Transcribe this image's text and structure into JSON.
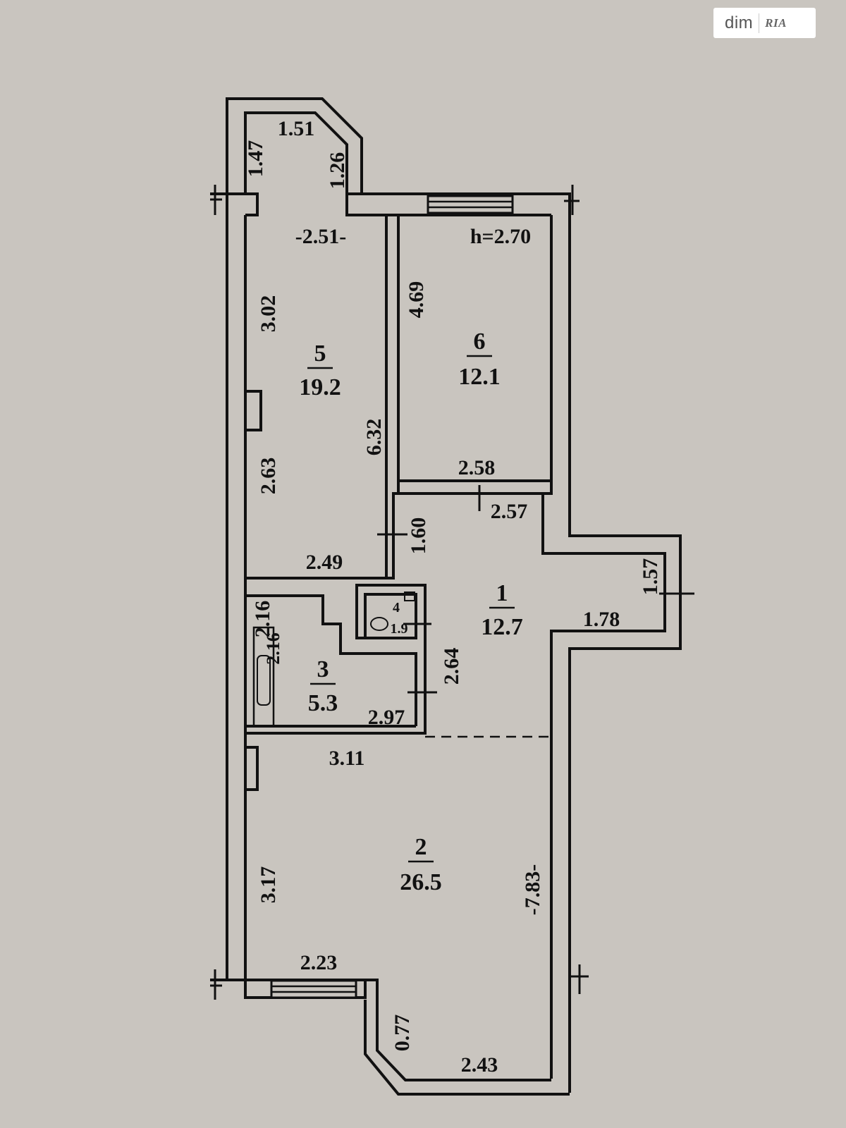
{
  "watermark": {
    "brand_left": "dim",
    "brand_right": "RIA"
  },
  "height_label": "h=2.70",
  "rooms": [
    {
      "number": "5",
      "area": "19.2"
    },
    {
      "number": "6",
      "area": "12.1"
    },
    {
      "number": "1",
      "area": "12.7"
    },
    {
      "number": "3",
      "area": "5.3"
    },
    {
      "number": "4",
      "area": "1.9"
    },
    {
      "number": "2",
      "area": "26.5"
    }
  ],
  "dimensions": {
    "balcony_width": "1.51",
    "balcony_left": "1.47",
    "balcony_right": "1.26",
    "room5_top": "-2.51-",
    "room5_left_upper": "3.02",
    "room5_left_lower": "2.63",
    "room5_right": "6.32",
    "room5_bottom": "2.49",
    "room6_left": "4.69",
    "room6_bottom": "2.58",
    "hall_top": "2.57",
    "hall_left": "1.60",
    "hall_right_end": "1.57",
    "hall_niche": "1.78",
    "bath_left": "2.16",
    "bath_left_inner": "2.16",
    "bath_bottom": "2.97",
    "bath_right": "2.64",
    "living_top": "3.11",
    "living_left": "3.17",
    "living_right": "-7.83-",
    "living_window": "2.23",
    "bay_side": "0.77",
    "bay_bottom": "2.43"
  }
}
